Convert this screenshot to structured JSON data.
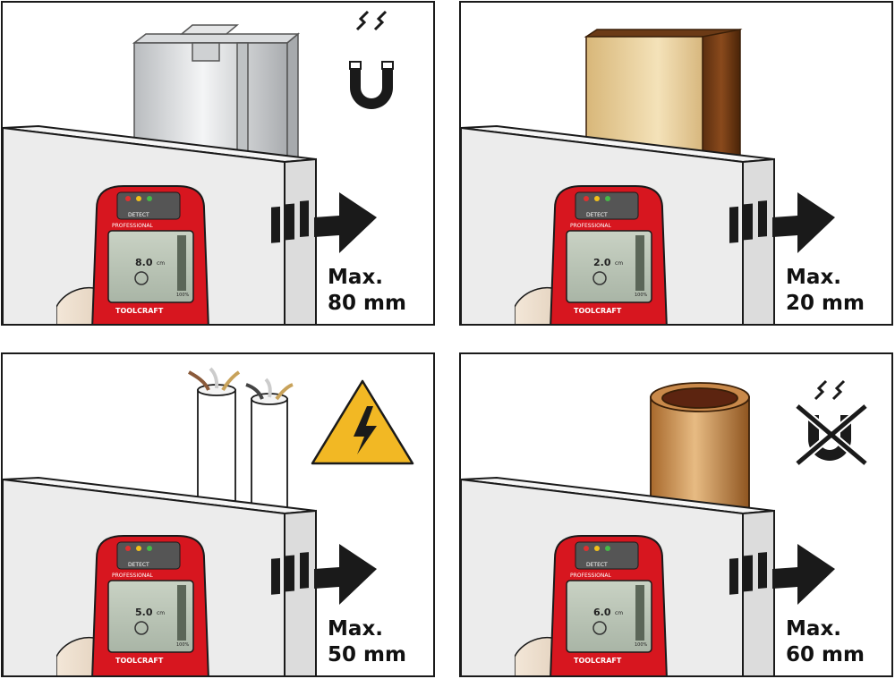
{
  "panels": [
    {
      "material": "metal",
      "symbol": "magnet-icon",
      "max_label": "Max.",
      "max_value": "80 mm",
      "display_value": "8.0",
      "display_unit": "cm"
    },
    {
      "material": "wood",
      "symbol": "none",
      "max_label": "Max.",
      "max_value": "20 mm",
      "display_value": "2.0",
      "display_unit": "cm"
    },
    {
      "material": "live-wire",
      "symbol": "high-voltage-warning-icon",
      "max_label": "Max.",
      "max_value": "50 mm",
      "display_value": "5.0",
      "display_unit": "cm"
    },
    {
      "material": "copper-pipe",
      "symbol": "no-magnet-icon",
      "max_label": "Max.",
      "max_value": "60 mm",
      "display_value": "6.0",
      "display_unit": "cm"
    }
  ],
  "device": {
    "detect_label": "DETECT",
    "model_label": "PROFESSIONAL",
    "brand": "TOOLCRAFT",
    "battery_pct": "100%"
  },
  "colors": {
    "device_red": "#d7161f",
    "outline": "#1a1a1a",
    "warning_yellow": "#f2b824",
    "wall_grey": "#eeeeee"
  }
}
